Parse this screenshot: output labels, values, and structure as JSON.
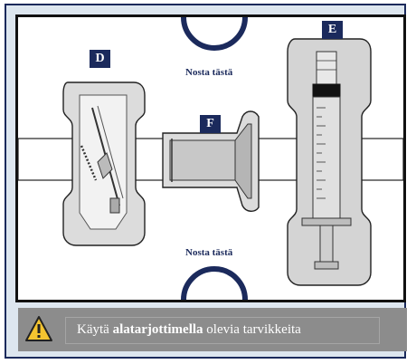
{
  "tray": {
    "labels": {
      "d": "D",
      "e": "E",
      "f": "F"
    },
    "pull_top": "Nosta tästä",
    "pull_bottom": "Nosta tästä"
  },
  "banner": {
    "icon": "warning-triangle-icon",
    "text_before": "Käytä",
    "text_bold": "alatarjottimella",
    "text_after": "olevia tarvikkeita"
  },
  "colors": {
    "navy": "#1b2a5c",
    "banner_gray": "#8c8c8c",
    "warning_yellow": "#f4c430"
  }
}
